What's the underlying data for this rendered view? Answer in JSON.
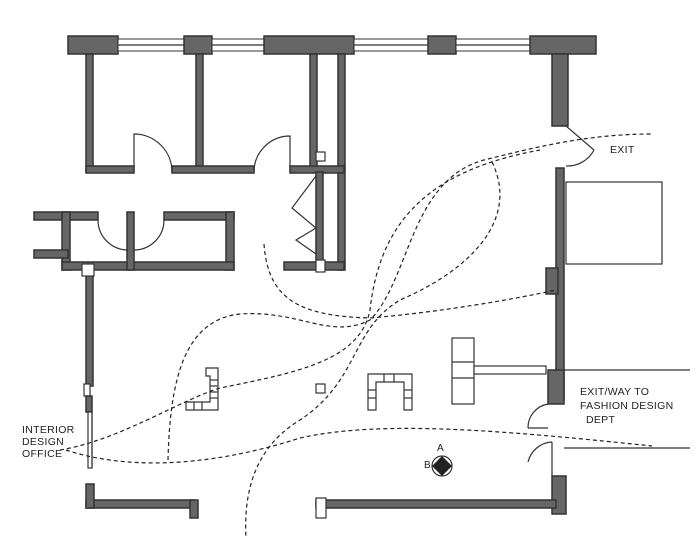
{
  "labels": {
    "exit_top": "EXIT",
    "exit_right_line1": "EXIT/WAY TO",
    "exit_right_line2": "FASHION DESIGN",
    "exit_right_line3": "DEPT",
    "office_line1": "INTERIOR",
    "office_line2": "DESIGN",
    "office_line3": "OFFICE",
    "marker_a": "A",
    "marker_b": "B"
  },
  "colors": {
    "wall_fill": "#666666",
    "line": "#333333",
    "background": "#ffffff"
  }
}
